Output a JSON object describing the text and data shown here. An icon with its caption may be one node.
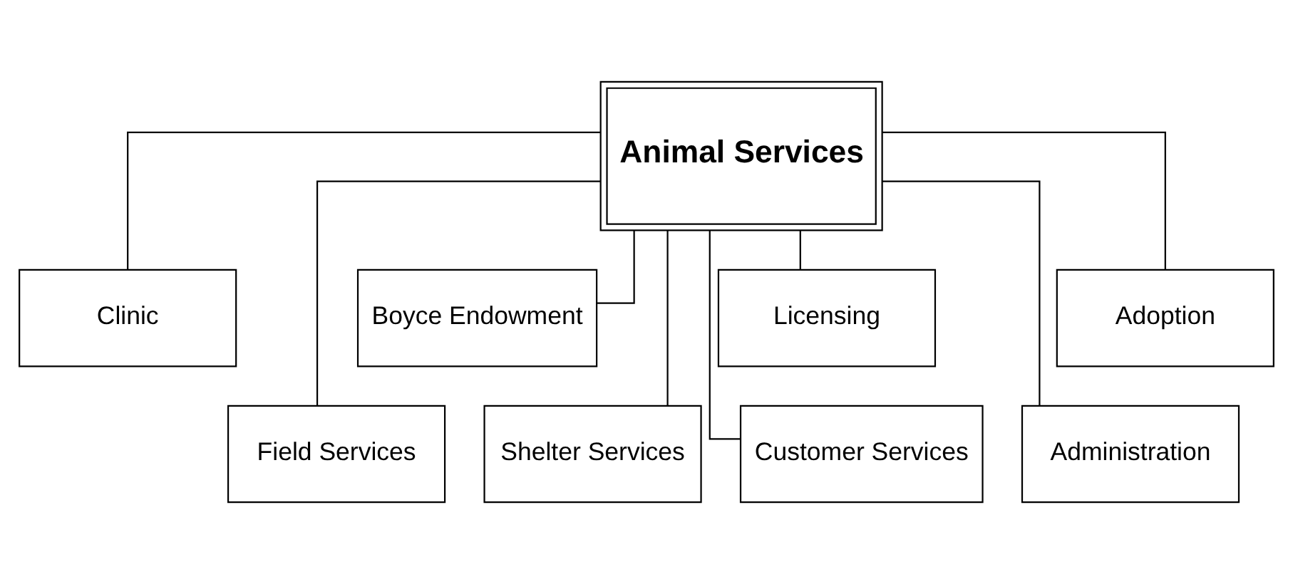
{
  "diagram": {
    "nodes": [
      {
        "text": [
          "Animal Services"
        ]
      },
      {
        "text": [
          "Clinic"
        ]
      },
      {
        "text": [
          "Boyce Endowment"
        ]
      },
      {
        "text": [
          "Licensing"
        ]
      },
      {
        "text": [
          "Adoption"
        ]
      },
      {
        "text": [
          "Field Services"
        ]
      },
      {
        "text": [
          "Shelter Services"
        ]
      },
      {
        "text": [
          "Customer Services"
        ]
      },
      {
        "text": [
          "Administration"
        ]
      }
    ],
    "edges": [
      {
        "from": 0,
        "to": 1,
        "arrow": "none"
      },
      {
        "from": 0,
        "to": 2,
        "arrow": "none"
      },
      {
        "from": 0,
        "to": 3,
        "arrow": "none"
      },
      {
        "from": 0,
        "to": 4,
        "arrow": "none"
      },
      {
        "from": 0,
        "to": 5,
        "arrow": "none"
      },
      {
        "from": 0,
        "to": 6,
        "arrow": "none"
      },
      {
        "from": 0,
        "to": 7,
        "arrow": "none"
      },
      {
        "from": 0,
        "to": 8,
        "arrow": "none"
      }
    ]
  }
}
